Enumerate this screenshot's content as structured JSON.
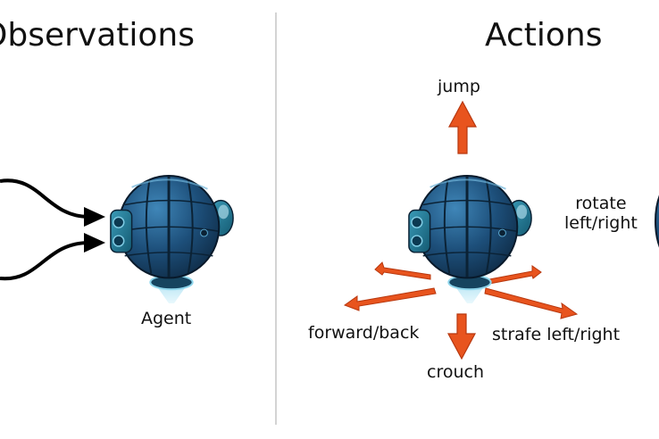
{
  "observations": {
    "title": "Observations"
  },
  "actions": {
    "title": "Actions",
    "labels": {
      "jump": "jump",
      "rotate_line1": "rotate",
      "rotate_line2": "left/right",
      "forward_back": "forward/back",
      "strafe": "strafe left/right",
      "crouch": "crouch"
    }
  },
  "agent_label": "Agent",
  "colors": {
    "arrow_orange": "#e8541e",
    "arrow_orange_dark": "#b8380f",
    "robot_blue": "#1d4f7a",
    "robot_blue_dark": "#0f2c47",
    "robot_teal": "#2c8aa8",
    "divider": "#d4d4d4"
  },
  "icons": [
    "robot-agent-icon",
    "input-arrow-icon",
    "jump-arrow-icon",
    "crouch-arrow-icon",
    "move-arrow-icon"
  ]
}
